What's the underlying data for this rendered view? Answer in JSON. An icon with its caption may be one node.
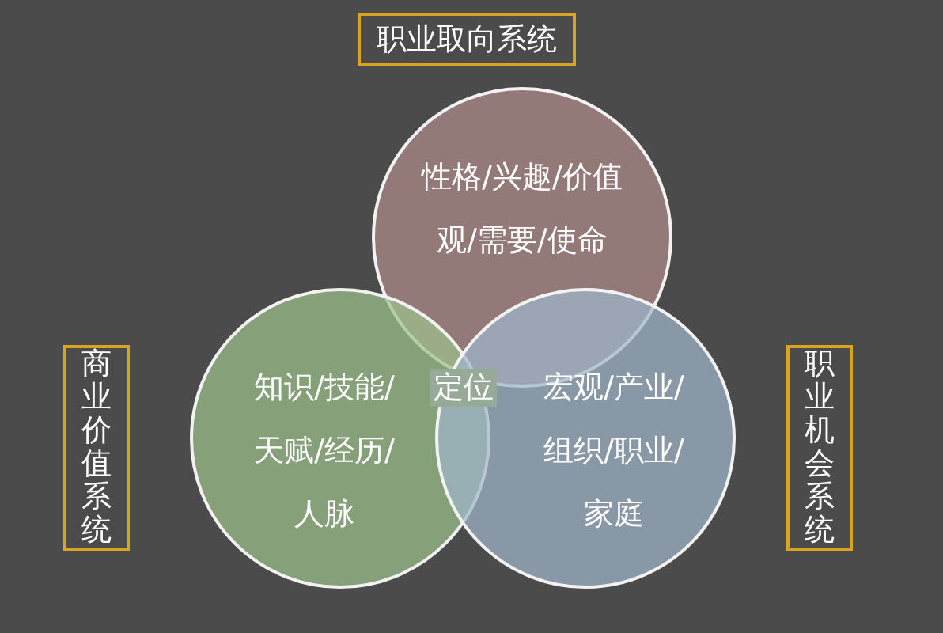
{
  "diagram": {
    "nodes": [
      {
        "text": [
          "职业取向系统"
        ]
      },
      {
        "text": [
          "性格/兴趣/价值观/需要/使命"
        ]
      },
      {
        "text": [
          "商业价值系统"
        ]
      },
      {
        "text": [
          "知识/技能/天赋/经历/人脉"
        ]
      },
      {
        "text": [
          "宏观/产业/组织/职业/家庭"
        ]
      },
      {
        "text": [
          "职业机会系统"
        ]
      }
    ],
    "labels": [
      "定位"
    ]
  }
}
